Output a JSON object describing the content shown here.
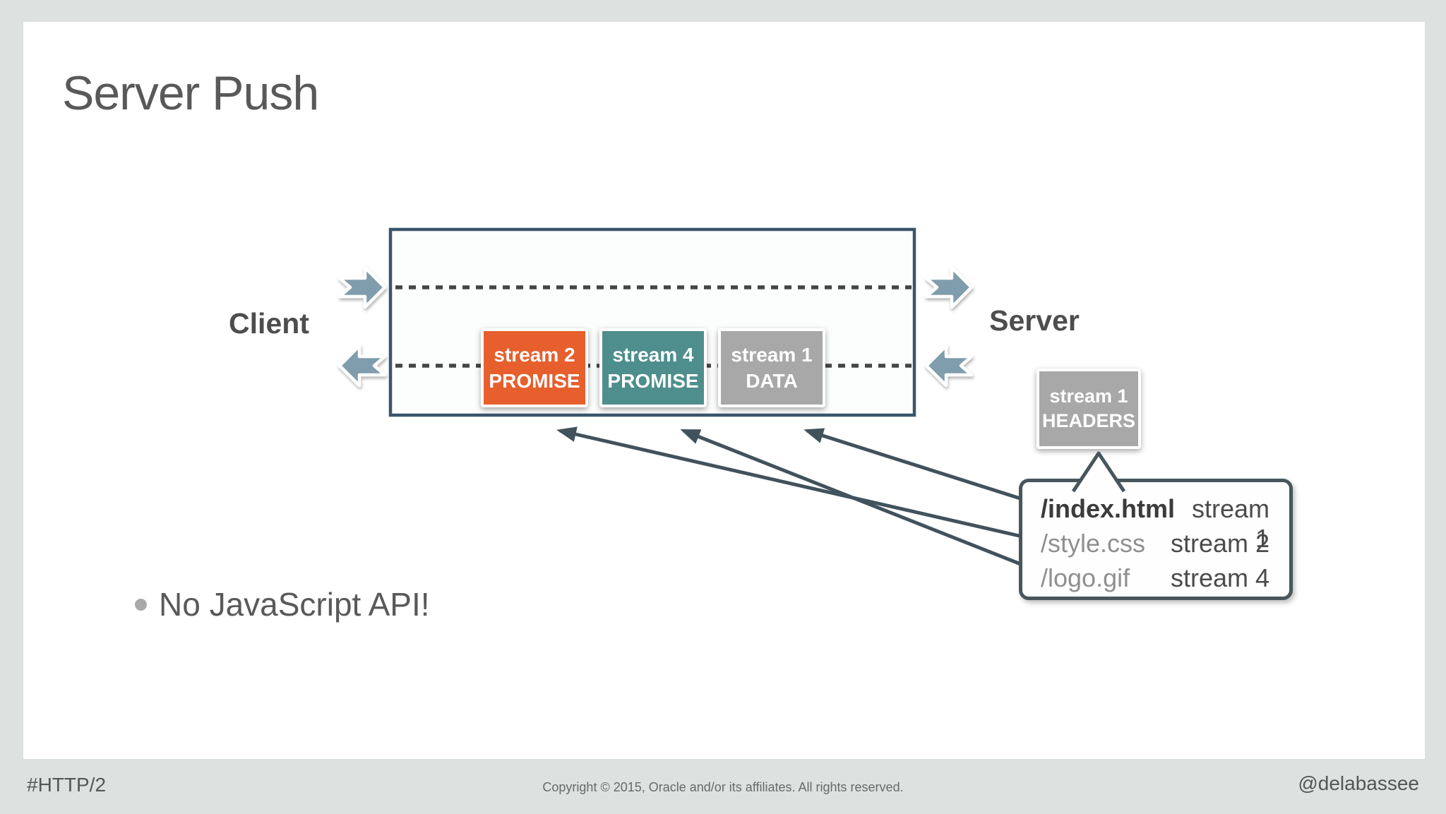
{
  "slide": {
    "title": "Server Push",
    "client_label": "Client",
    "server_label": "Server",
    "bullet": "No JavaScript API!",
    "connection_frames": [
      {
        "line1": "stream 2",
        "line2": "PROMISE",
        "color": "#e65f2d"
      },
      {
        "line1": "stream 4",
        "line2": "PROMISE",
        "color": "#4e8e8d"
      },
      {
        "line1": "stream 1",
        "line2": "DATA",
        "color": "#a8a8a8"
      }
    ],
    "headers_frame": {
      "line1": "stream 1",
      "line2": "HEADERS",
      "color": "#a8a8a8"
    },
    "push_map": [
      {
        "path": "/index.html",
        "stream": "stream 1"
      },
      {
        "path": "/style.css",
        "stream": "stream 2"
      },
      {
        "path": "/logo.gif",
        "stream": "stream 4"
      }
    ]
  },
  "footer": {
    "hashtag": "#HTTP/2",
    "copyright": "Copyright © 2015, Oracle and/or its affiliates. All rights reserved.",
    "handle": "@delabassee"
  },
  "colors": {
    "background": "#dde2e0",
    "slide_background": "#fefffe",
    "title_text": "#595959",
    "connection_border": "#3a566b",
    "dashed_line": "#454545",
    "block_arrow": "#7f9dac",
    "push_arrow": "#41525c",
    "callout_border": "#48565c",
    "promise_orange": "#e65f2d",
    "promise_teal": "#4e8e8d",
    "data_gray": "#a8a8a8"
  }
}
